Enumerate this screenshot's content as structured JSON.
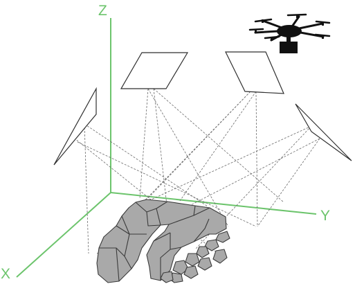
{
  "axes": {
    "color": "#6cc46c",
    "x_label": "X",
    "y_label": "Y",
    "z_label": "Z"
  },
  "colors": {
    "frame_stroke": "#2f2f2f",
    "ray_stroke": "#6a6a6a",
    "rock_fill": "#a9a9a9",
    "rock_stroke": "#3a3a3a",
    "drone_fill": "#111111"
  },
  "elements": {
    "image_frame_count": 4,
    "drone_icon": "hexacopter-drone-icon"
  }
}
